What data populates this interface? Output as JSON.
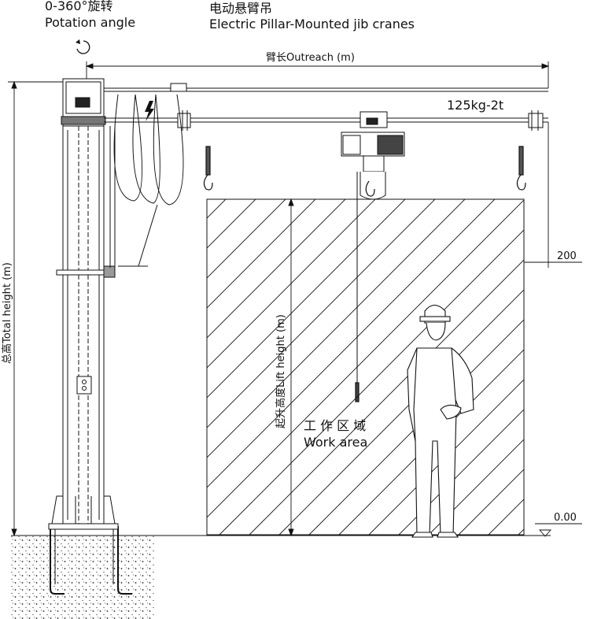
{
  "labels": {
    "rotation_range": "0-360°旋转",
    "rotation_en": "Potation angle",
    "title_cn": "电动悬臂吊",
    "title_en": "Electric Pillar-Mounted jib cranes",
    "outreach": "臂长Outreach (m)",
    "capacity": "125kg-2t",
    "clearance": "200",
    "total_height": "总高Total height (m)",
    "lift_height": "起升高度Lift height (m)",
    "work_area_cn": "工 作 区 域",
    "work_area_en": "Work area",
    "ground_level": "0.00"
  },
  "icons": [
    "rotation-arrow-icon",
    "electric-warning-icon",
    "hook-icon",
    "control-box-icon"
  ]
}
